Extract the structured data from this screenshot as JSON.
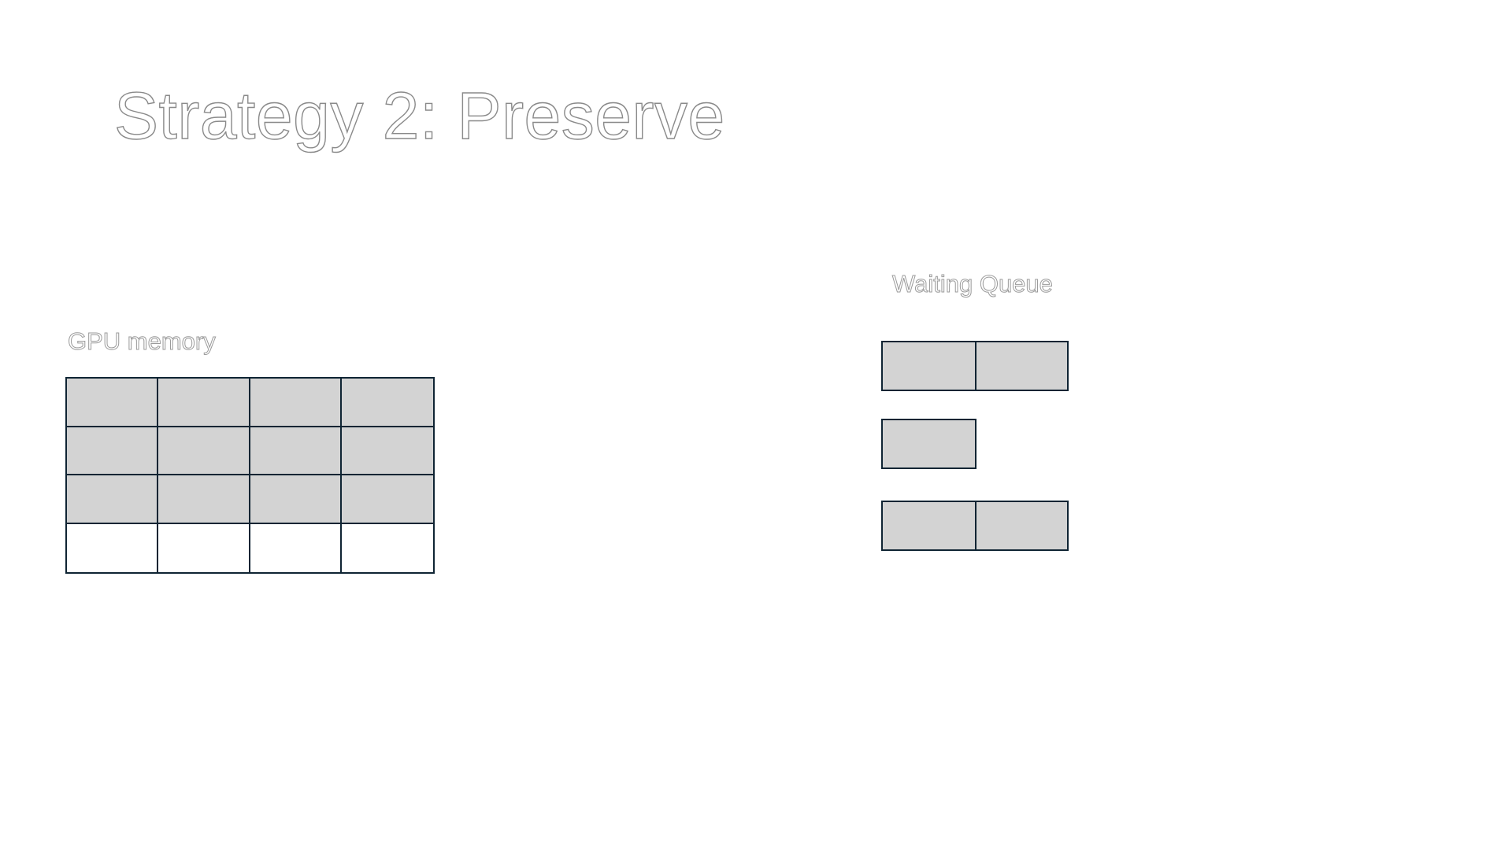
{
  "slide": {
    "title": "Strategy 2: Preserve",
    "gpu_memory": {
      "label": "GPU memory",
      "rows": 4,
      "columns": 4,
      "filled_rows": 3
    },
    "waiting_queue": {
      "label": "Waiting Queue",
      "requests": [
        {
          "blocks": 2
        },
        {
          "blocks": 1
        },
        {
          "blocks": 2
        }
      ]
    },
    "colors": {
      "block_fill": "#d3d3d3",
      "block_border": "#0f2433",
      "empty_block": "#ffffff",
      "text_outline": "#9a9a9a"
    }
  }
}
